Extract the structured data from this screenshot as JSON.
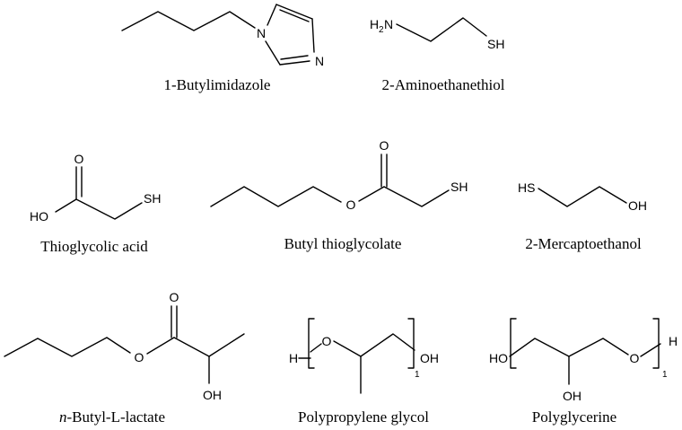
{
  "molecules": [
    {
      "id": "butylimidazole",
      "caption": "1-Butylimidazole",
      "atoms": [
        "N",
        "N"
      ]
    },
    {
      "id": "aminoethanethiol",
      "caption": "2-Aminoethanethiol",
      "atoms": [
        "H",
        "2",
        "N",
        "SH"
      ]
    },
    {
      "id": "thioglycolic-acid",
      "caption": "Thioglycolic acid",
      "atoms": [
        "O",
        "HO",
        "SH"
      ]
    },
    {
      "id": "butyl-thioglycolate",
      "caption": "Butyl thioglycolate",
      "atoms": [
        "O",
        "O",
        "SH"
      ]
    },
    {
      "id": "mercaptoethanol",
      "caption": "2-Mercaptoethanol",
      "atoms": [
        "HS",
        "OH"
      ]
    },
    {
      "id": "butyl-lactate",
      "caption_prefix": "n",
      "caption": "-Butyl-L-lactate",
      "atoms": [
        "O",
        "O",
        "OH"
      ]
    },
    {
      "id": "polypropylene-glycol",
      "caption": "Polypropylene glycol",
      "atoms": [
        "H",
        "O",
        "OH",
        "1"
      ]
    },
    {
      "id": "polyglycerine",
      "caption": "Polyglycerine",
      "atoms": [
        "HO",
        "OH",
        "O",
        "H",
        "1"
      ]
    }
  ]
}
